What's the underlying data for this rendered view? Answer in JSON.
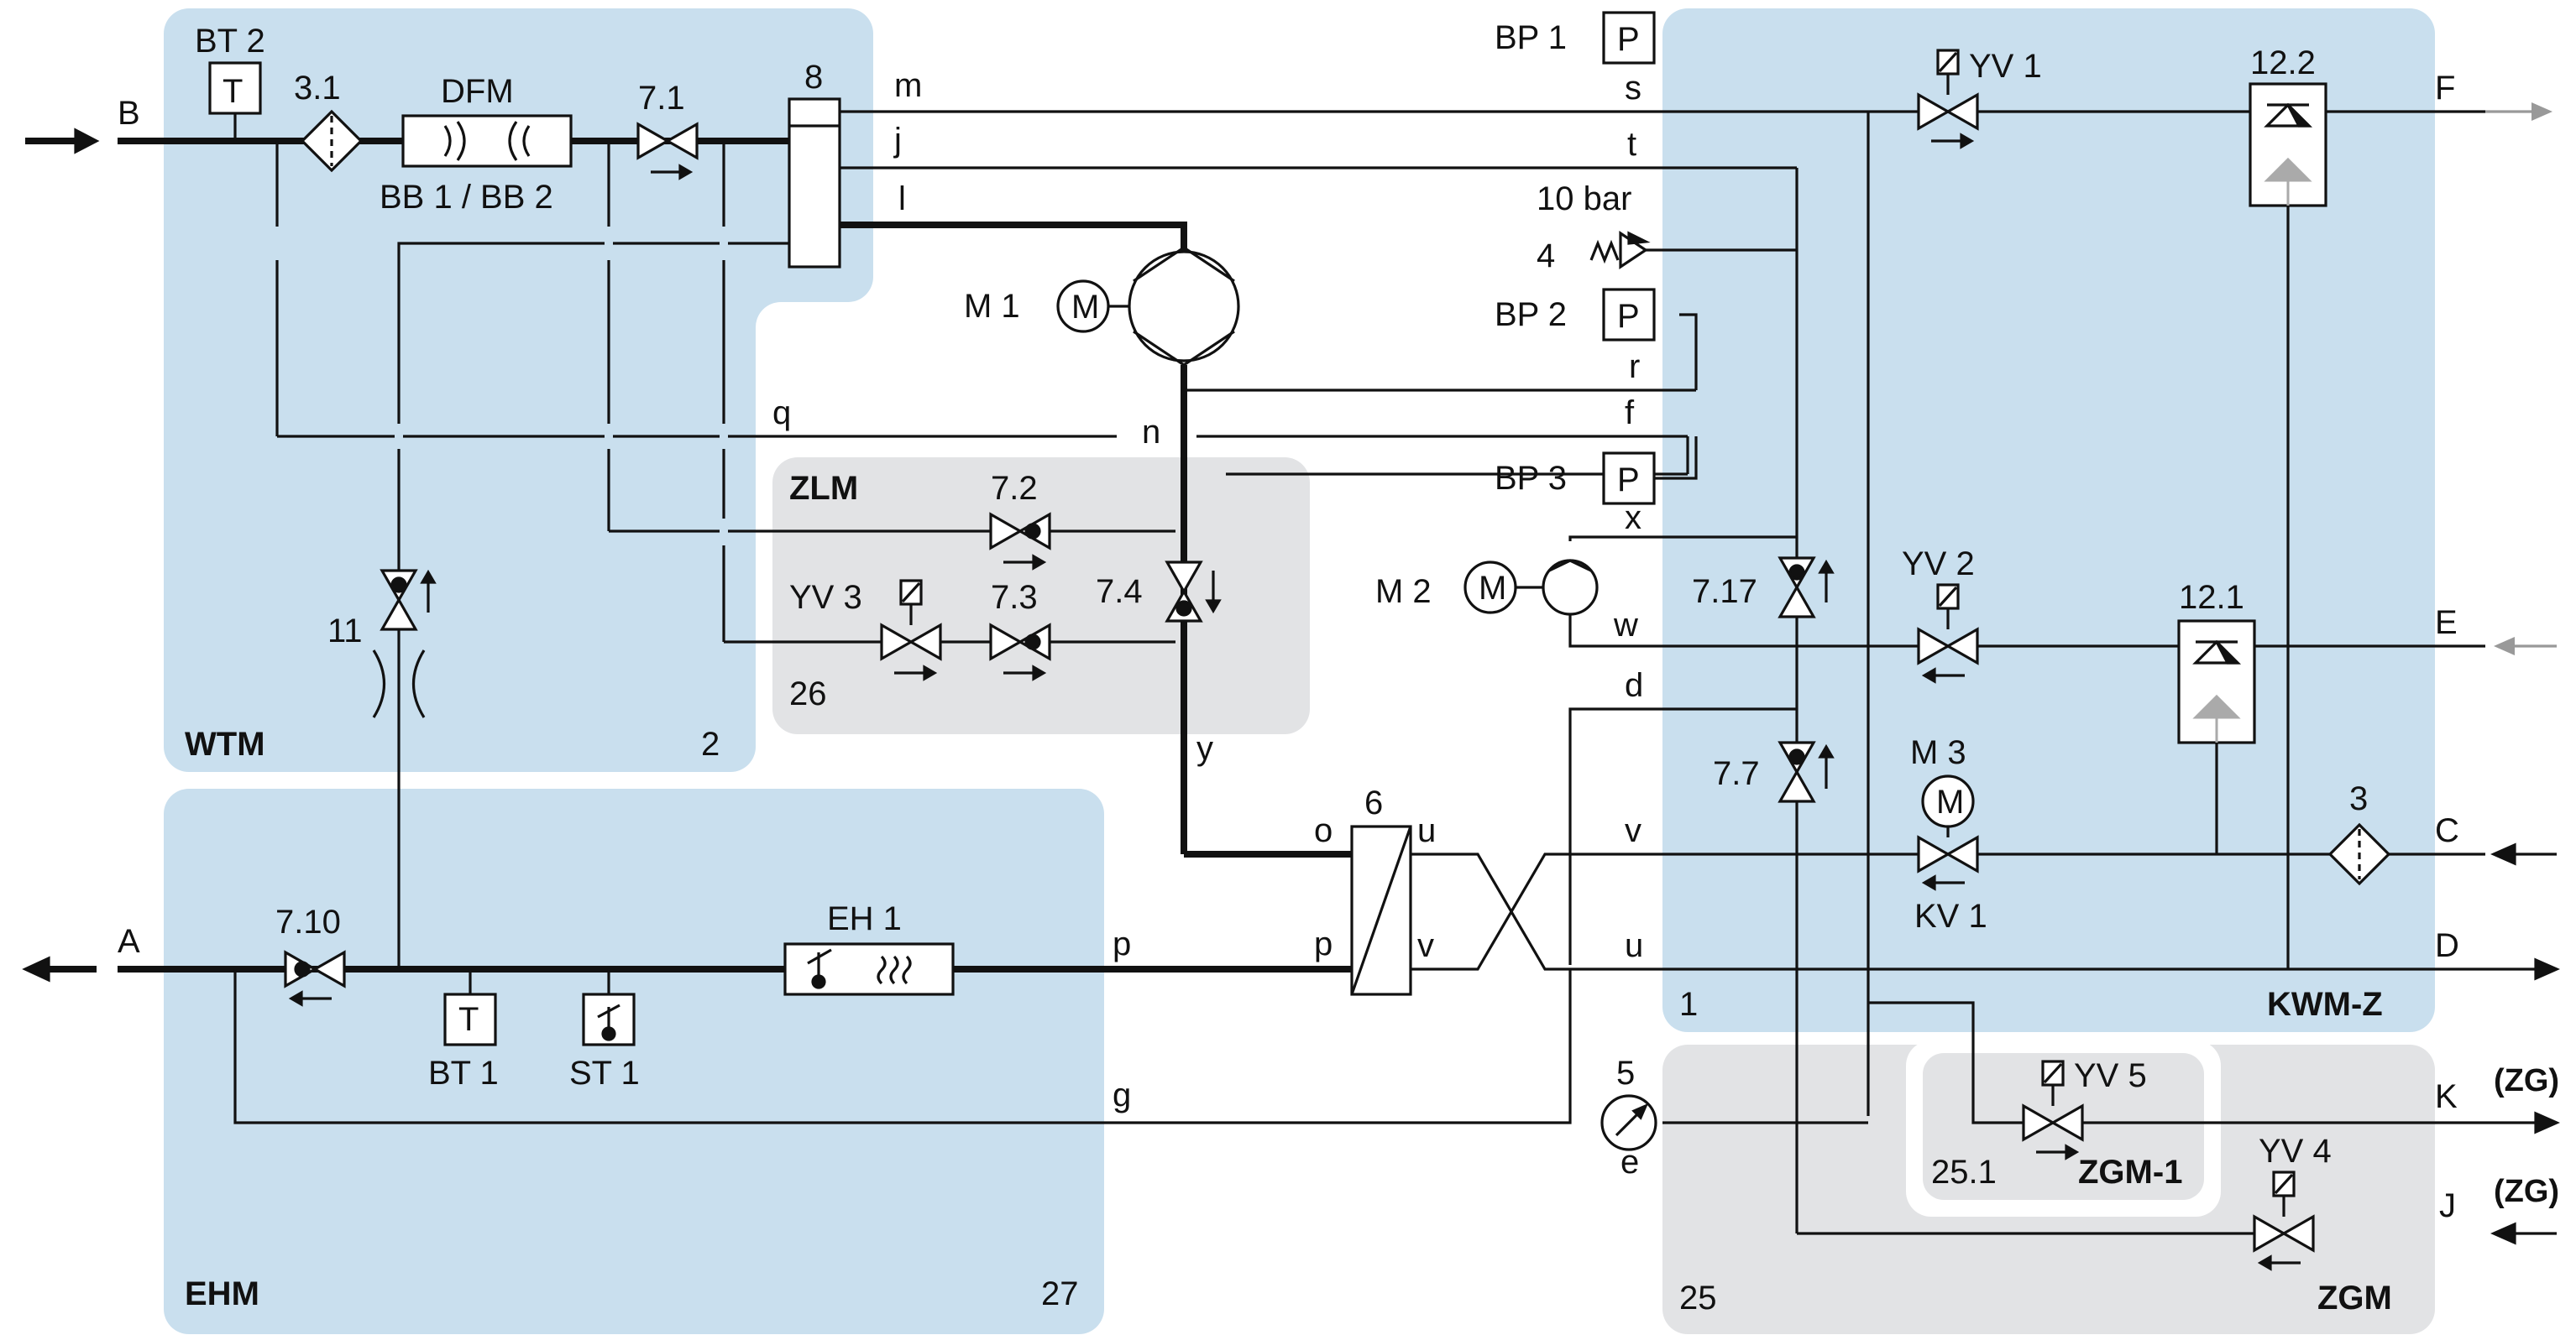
{
  "zones": {
    "wtm": {
      "name": "WTM",
      "number": "2"
    },
    "ehm": {
      "name": "EHM",
      "number": "27"
    },
    "zlm": {
      "name": "ZLM",
      "number": "26"
    },
    "kwmz": {
      "name": "KWM-Z",
      "number": "1"
    },
    "zgm": {
      "name": "ZGM",
      "number": "25"
    },
    "zgm1": {
      "name": "ZGM-1",
      "number": "25.1"
    }
  },
  "components": {
    "bt2": "BT 2",
    "bt1": "BT 1",
    "st1": "ST 1",
    "filter31": "3.1",
    "dfm": "DFM",
    "bb": "BB 1 / BB 2",
    "v71": "7.1",
    "manifold8": "8",
    "bp1": "BP 1",
    "bp2": "BP 2",
    "bp3": "BP 3",
    "p_letter": "P",
    "t_letter": "T",
    "m1": "M 1",
    "m2": "M 2",
    "m3": "M 3",
    "m_letter": "M",
    "relief_pressure": "10 bar",
    "relief4": "4",
    "yv1": "YV 1",
    "yv2": "YV 2",
    "yv3": "YV 3",
    "yv4": "YV 4",
    "yv5": "YV 5",
    "c122": "12.2",
    "c121": "12.1",
    "v72": "7.2",
    "v73": "7.3",
    "v74": "7.4",
    "v77": "7.7",
    "v717": "7.17",
    "v710": "7.10",
    "v11": "11",
    "hx6": "6",
    "eh1": "EH 1",
    "kv1": "KV 1",
    "filter3": "3",
    "gauge5": "5"
  },
  "lines": {
    "m": "m",
    "j": "j",
    "l": "l",
    "s": "s",
    "t": "t",
    "r": "r",
    "q": "q",
    "n": "n",
    "f": "f",
    "x": "x",
    "w": "w",
    "d": "d",
    "y": "y",
    "o": "o",
    "u": "u",
    "v": "v",
    "p": "p",
    "g": "g",
    "e": "e"
  },
  "ports": {
    "A": "A",
    "B": "B",
    "C": "C",
    "D": "D",
    "E": "E",
    "F": "F",
    "K": "K",
    "J": "J",
    "zg": "(ZG)"
  },
  "colors": {
    "zone_blue": "#c9dfee",
    "zone_grey": "#e2e3e5",
    "line": "#111111",
    "grey_arrow": "#999999"
  }
}
